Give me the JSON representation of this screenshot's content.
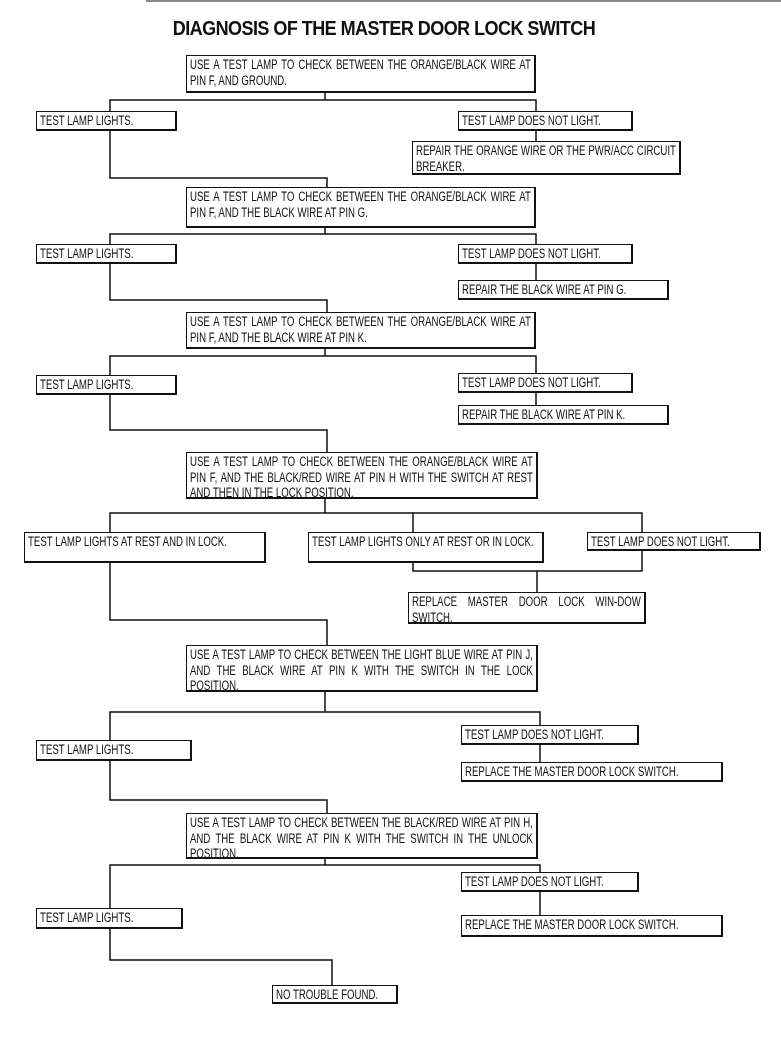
{
  "title": "DIAGNOSIS OF THE MASTER DOOR LOCK SWITCH",
  "steps": {
    "s1": "USE A TEST LAMP TO CHECK BETWEEN THE ORANGE/BLACK WIRE AT PIN F, AND GROUND.",
    "s1_yes": "TEST LAMP LIGHTS.",
    "s1_no": "TEST LAMP DOES NOT LIGHT.",
    "s1_fix": "REPAIR THE ORANGE WIRE OR THE PWR/ACC CIRCUIT BREAKER.",
    "s2": "USE A TEST LAMP TO CHECK BETWEEN THE ORANGE/BLACK WIRE AT PIN F, AND THE BLACK WIRE AT PIN G.",
    "s2_yes": "TEST LAMP LIGHTS.",
    "s2_no": "TEST LAMP DOES NOT LIGHT.",
    "s2_fix": "REPAIR THE BLACK WIRE AT PIN G.",
    "s3": "USE A TEST LAMP TO CHECK BETWEEN THE ORANGE/BLACK WIRE AT PIN F, AND THE BLACK WIRE AT PIN K.",
    "s3_yes": "TEST LAMP LIGHTS.",
    "s3_no": "TEST LAMP DOES NOT LIGHT.",
    "s3_fix": "REPAIR THE BLACK WIRE AT PIN K.",
    "s4": "USE A TEST LAMP TO CHECK BETWEEN THE ORANGE/BLACK WIRE AT PIN F, AND THE BLACK/RED WIRE AT PIN H WITH THE SWITCH AT REST AND THEN IN THE LOCK POSITION.",
    "s4_a": "TEST LAMP LIGHTS AT REST AND IN LOCK.",
    "s4_b": "TEST LAMP LIGHTS ONLY AT REST OR IN LOCK.",
    "s4_c": "TEST LAMP DOES NOT LIGHT.",
    "s4_fix": "REPLACE MASTER DOOR LOCK WIN-DOW SWITCH.",
    "s5": "USE A TEST LAMP TO CHECK BETWEEN THE LIGHT BLUE WIRE AT PIN J, AND THE BLACK WIRE AT PIN K WITH THE SWITCH IN THE LOCK POSITION.",
    "s5_yes": "TEST LAMP LIGHTS.",
    "s5_no": "TEST LAMP DOES NOT LIGHT.",
    "s5_fix": "REPLACE THE MASTER DOOR LOCK SWITCH.",
    "s6": "USE A TEST LAMP TO CHECK BETWEEN THE BLACK/RED WIRE AT PIN H, AND THE BLACK WIRE AT PIN K WITH THE SWITCH IN THE UNLOCK POSITION.",
    "s6_yes": "TEST LAMP LIGHTS.",
    "s6_no": "TEST LAMP DOES NOT LIGHT.",
    "s6_fix": "REPLACE THE MASTER DOOR LOCK SWITCH.",
    "end": "NO TROUBLE FOUND."
  }
}
